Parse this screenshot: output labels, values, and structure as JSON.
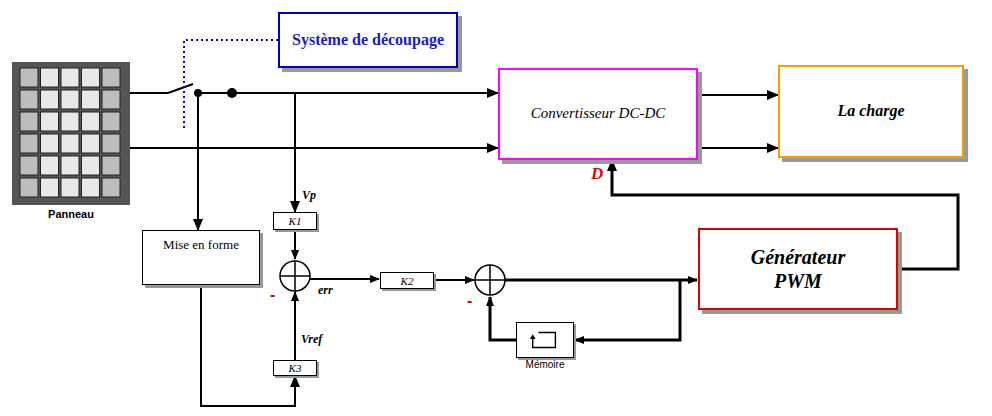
{
  "diagram": {
    "nodes": [
      {
        "text": [
          "Panneau"
        ]
      },
      {
        "text": [
          "Système de découpage"
        ]
      },
      {
        "text": [
          "Convertisseur DC-DC"
        ]
      },
      {
        "text": [
          "La charge"
        ]
      },
      {
        "text": [
          "Mise en forme"
        ]
      },
      {
        "text": [
          "K1"
        ]
      },
      {
        "text": [
          "K2"
        ]
      },
      {
        "text": [
          "K3"
        ]
      },
      {
        "text": [
          "Mémoire"
        ]
      },
      {
        "text": [
          "Générateur PWM"
        ]
      }
    ],
    "edges": [
      {
        "from": 0,
        "to": 2,
        "arrow": "to"
      },
      {
        "from": 0,
        "to": 2,
        "arrow": "to"
      },
      {
        "from": 0,
        "to": 4,
        "arrow": "to"
      },
      {
        "from": 0,
        "to": 5,
        "arrow": "to",
        "label": "Vp"
      },
      {
        "from": 4,
        "to": 7,
        "arrow": "to"
      },
      {
        "from": 9,
        "to": 2,
        "arrow": "to",
        "label": "D"
      },
      {
        "from": 2,
        "to": 3,
        "arrow": "to"
      },
      {
        "from": 2,
        "to": 3,
        "arrow": "to"
      }
    ],
    "labels": [
      "err",
      "Vref",
      "-",
      "-"
    ]
  }
}
